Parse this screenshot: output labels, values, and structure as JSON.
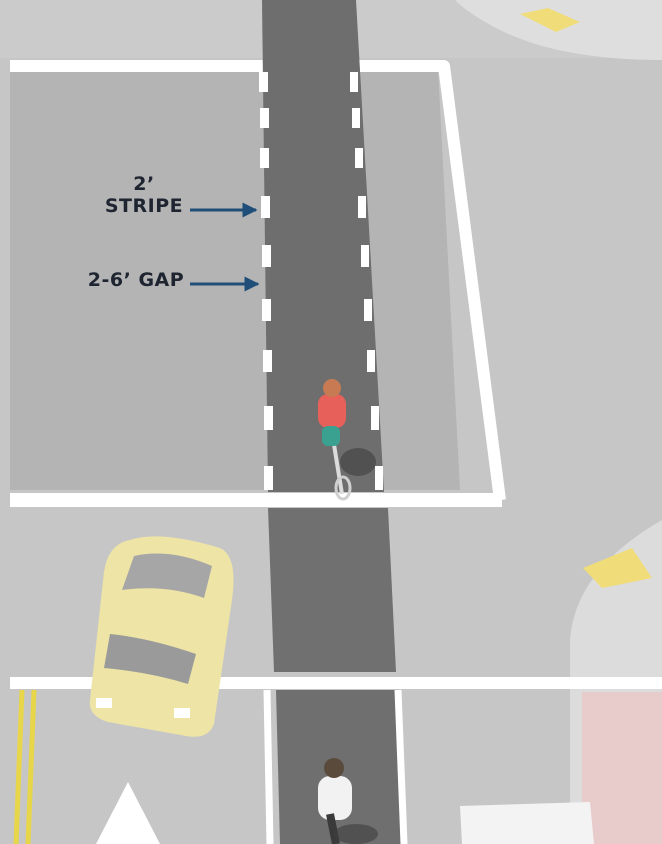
{
  "annotations": {
    "stripe": {
      "line1": "2’",
      "line2": "STRIPE"
    },
    "gap": "2-6’ GAP"
  },
  "colors": {
    "background": "#c9c9c9",
    "road": "#b7b7b7",
    "crosswalk": "#bdbdbd",
    "bike_lane": "#707070",
    "marking": "#ffffff",
    "arrow": "#1f4e79",
    "yellow_line": "#e7d64a",
    "car": "#ede4a6",
    "cyclist_shirt": "#e8605a"
  },
  "icons": [
    "arrow-right-icon",
    "cyclist-icon",
    "car-icon"
  ]
}
